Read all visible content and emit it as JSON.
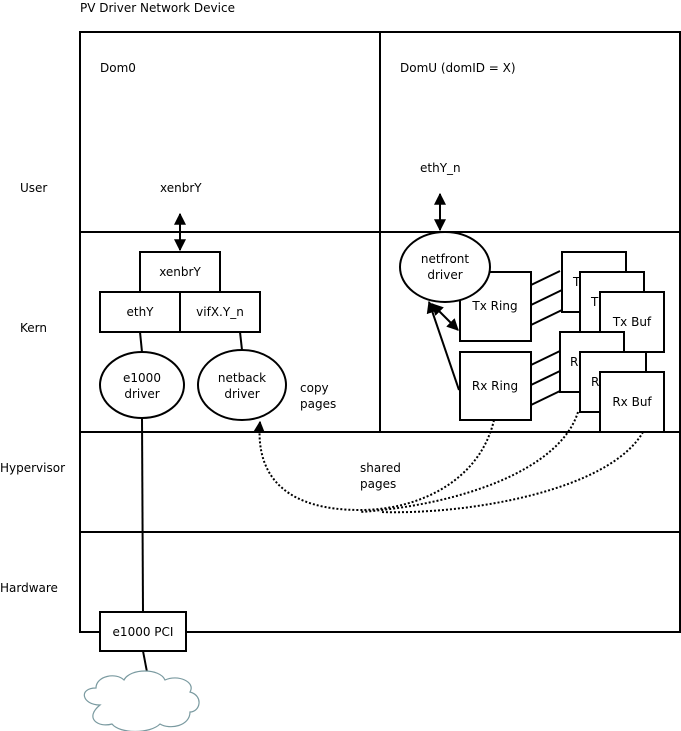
{
  "title": "PV Driver Network Device",
  "layers": {
    "user": "User",
    "kern": "Kern",
    "hypervisor": "Hypervisor",
    "hardware": "Hardware"
  },
  "dom0": {
    "label": "Dom0",
    "user_bridge": "xenbrY",
    "bridge_box": "xenbrY",
    "eth_box": "ethY",
    "vif_box": "vifX.Y_n",
    "e1000_driver": [
      "e1000",
      "driver"
    ],
    "netback_driver": [
      "netback",
      "driver"
    ],
    "copy_pages": [
      "copy",
      "pages"
    ]
  },
  "domU": {
    "label": "DomU (domID = X)",
    "user_iface": "ethY_n",
    "netfront_driver": [
      "netfront",
      "driver"
    ],
    "tx_ring": "Tx Ring",
    "rx_ring": "Rx Ring",
    "tx_buf_stack": [
      "T",
      "T",
      "Tx Buf"
    ],
    "rx_buf_stack": [
      "R",
      "R",
      "Rx Buf"
    ]
  },
  "hypervisor": {
    "shared_pages": [
      "shared",
      "pages"
    ]
  },
  "hardware": {
    "nic": "e1000 PCI"
  },
  "colors": {
    "stroke": "#000000",
    "cloud": "#7a9aa0"
  }
}
